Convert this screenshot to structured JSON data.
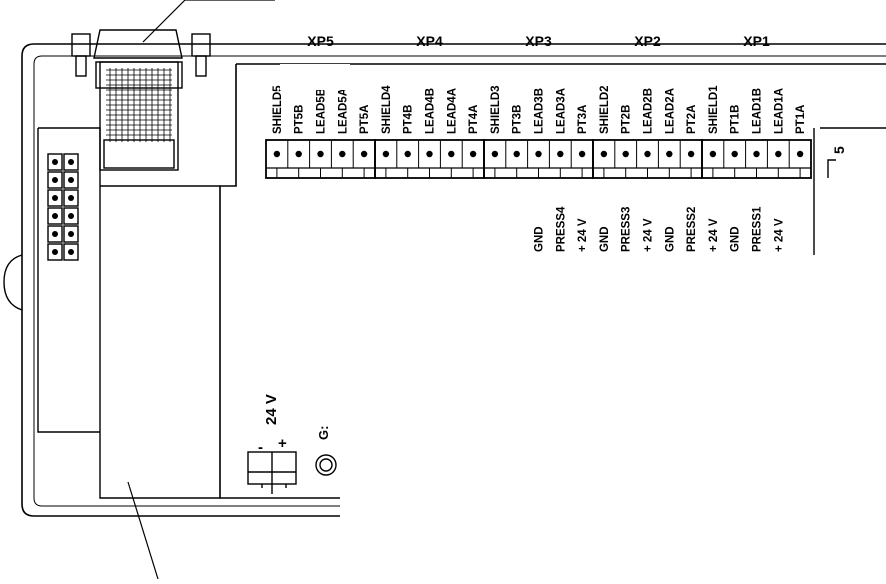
{
  "diagram": {
    "channel_headers": [
      "XP5",
      "XP4",
      "XP3",
      "XP2",
      "XP1"
    ],
    "terminal_labels": [
      "SHIELD5",
      "PT5B",
      "LEAD5B",
      "LEAD5A",
      "PT5A",
      "SHIELD4",
      "PT4B",
      "LEAD4B",
      "LEAD4A",
      "PT4A",
      "SHIELD3",
      "PT3B",
      "LEAD3B",
      "LEAD3A",
      "PT3A",
      "SHIELD2",
      "PT2B",
      "LEAD2B",
      "LEAD2A",
      "PT2A",
      "SHIELD1",
      "PT1B",
      "LEAD1B",
      "LEAD1A",
      "PT1A"
    ],
    "pressure_labels": [
      "GND",
      "PRESS4",
      "+ 24 V",
      "GND",
      "PRESS3",
      "+ 24 V",
      "GND",
      "PRESS2",
      "+ 24 V",
      "GND",
      "PRESS1",
      "+ 24 V"
    ],
    "power": {
      "label": "24 V",
      "minus": "-",
      "plus": "+"
    },
    "side_mark": "5"
  }
}
